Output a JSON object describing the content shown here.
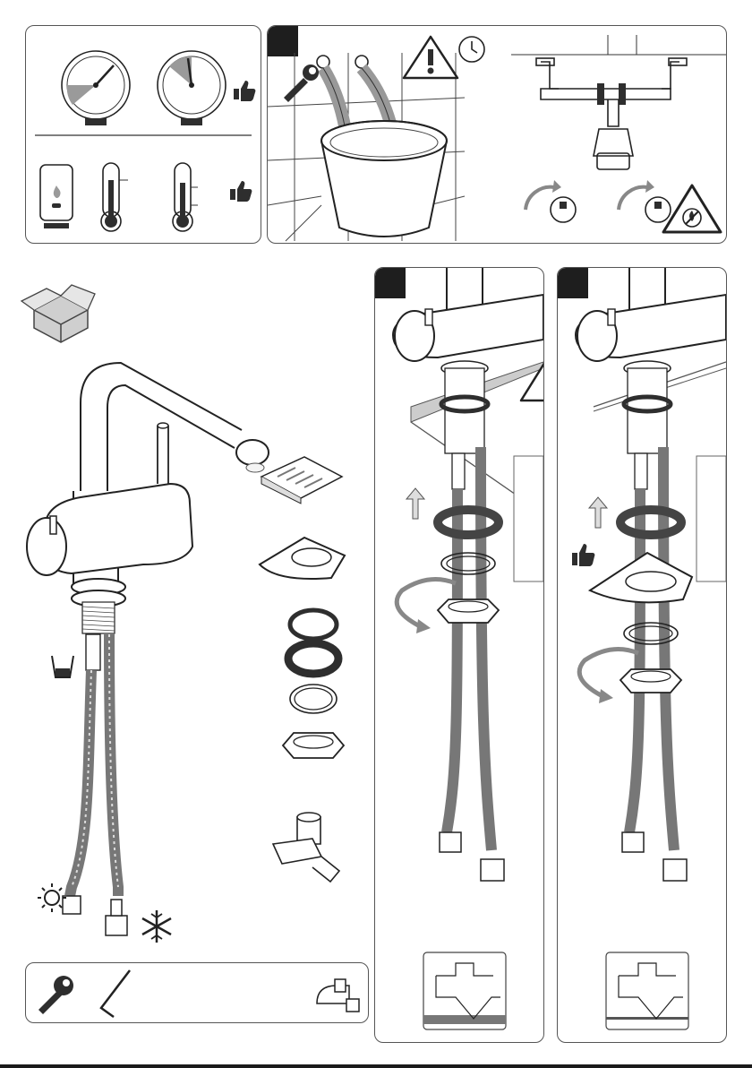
{
  "page": {
    "description_icons": {
      "gauges": [
        "pressure-gauge-low",
        "pressure-gauge-ok"
      ],
      "thermometers": [
        "thermometer-low",
        "thermometer-ok"
      ],
      "approval": "thumbs-up-icon",
      "warning": "warning-triangle-icon",
      "time": "clock-icon",
      "no_fire": "no-fire-icon",
      "box": "box-icon",
      "hot": "sun-icon",
      "cold": "snowflake-icon",
      "cup": "cup-icon",
      "tools": [
        "wrench-icon",
        "hex-key-icon",
        "angle-valve-icon"
      ]
    },
    "colors": {
      "line": "#222222",
      "dark": "#2e2e2e",
      "grey": "#9a9a9a"
    }
  }
}
